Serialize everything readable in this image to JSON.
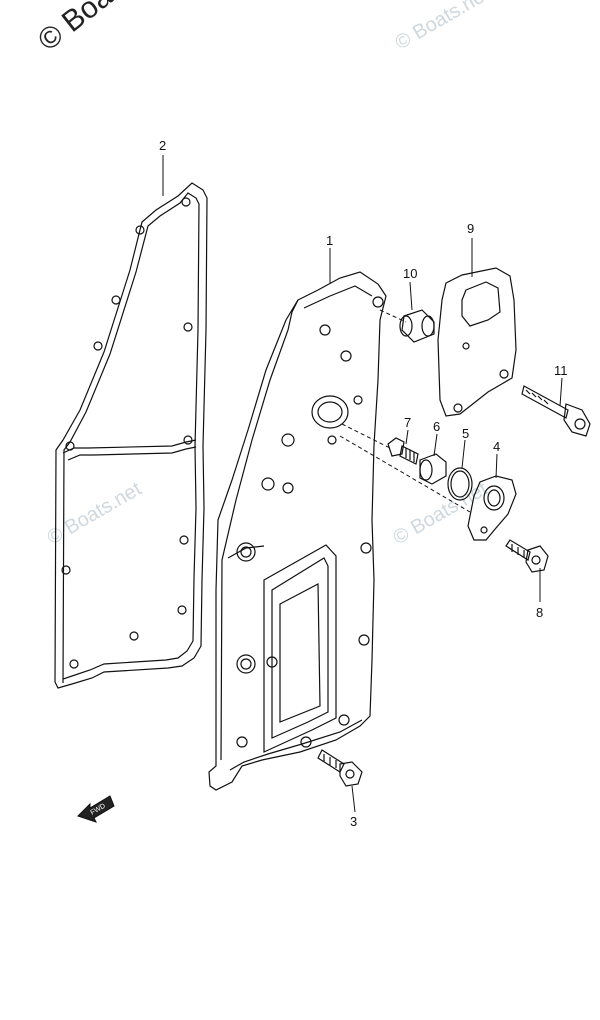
{
  "watermark": {
    "corner_text": "© Boats",
    "repeat_text": "© Boats.net"
  },
  "fwd_label": "FWD",
  "callouts": [
    {
      "id": "c1",
      "label": "1"
    },
    {
      "id": "c2",
      "label": "2"
    },
    {
      "id": "c3",
      "label": "3"
    },
    {
      "id": "c4",
      "label": "4"
    },
    {
      "id": "c5",
      "label": "5"
    },
    {
      "id": "c6",
      "label": "6"
    },
    {
      "id": "c7",
      "label": "7"
    },
    {
      "id": "c8",
      "label": "8"
    },
    {
      "id": "c9",
      "label": "9"
    },
    {
      "id": "c10",
      "label": "10"
    },
    {
      "id": "c11",
      "label": "11"
    }
  ]
}
